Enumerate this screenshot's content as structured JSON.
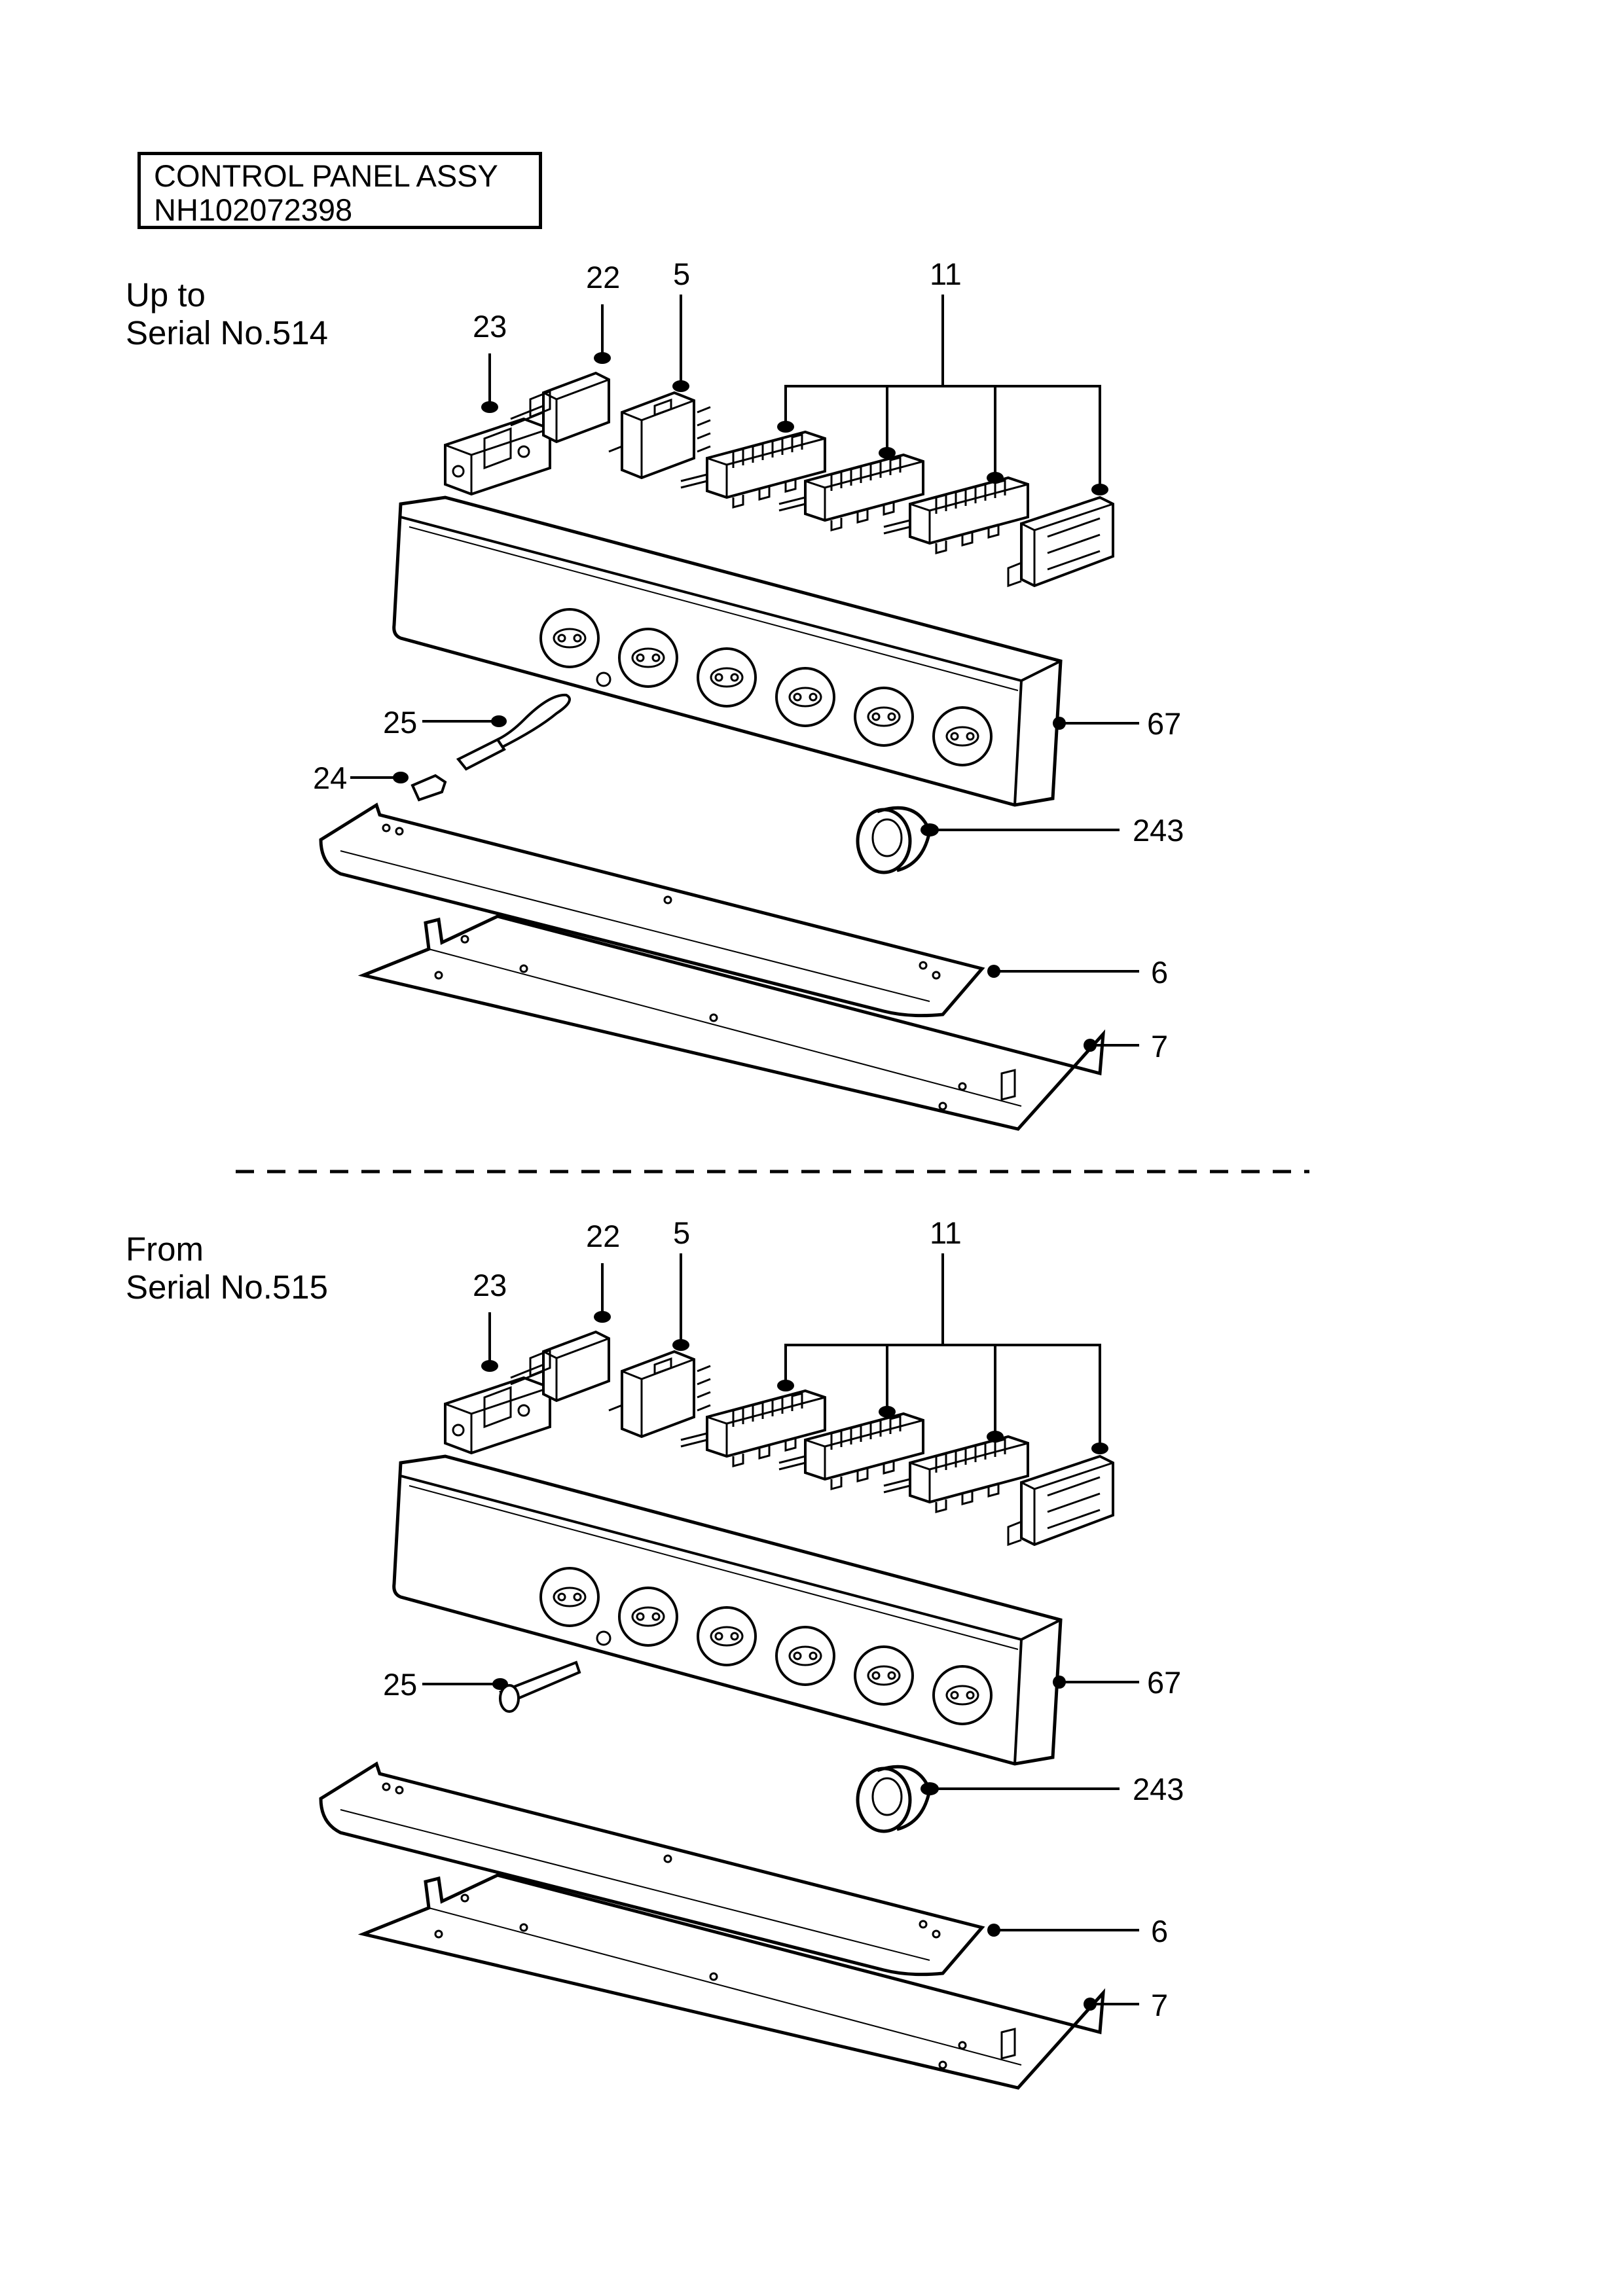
{
  "title": {
    "line1": "CONTROL PANEL ASSY",
    "line2": "NH102072398"
  },
  "sections": [
    {
      "label_line1": "Up to",
      "label_line2": "Serial No.514",
      "callouts": {
        "c22": "22",
        "c5": "5",
        "c11": "11",
        "c23": "23",
        "c25": "25",
        "c24": "24",
        "c67": "67",
        "c243": "243",
        "c6": "6",
        "c7": "7"
      }
    },
    {
      "label_line1": "From",
      "label_line2": "Serial No.515",
      "callouts": {
        "c22": "22",
        "c5": "5",
        "c11": "11",
        "c23": "23",
        "c25": "25",
        "c67": "67",
        "c243": "243",
        "c6": "6",
        "c7": "7"
      }
    }
  ]
}
